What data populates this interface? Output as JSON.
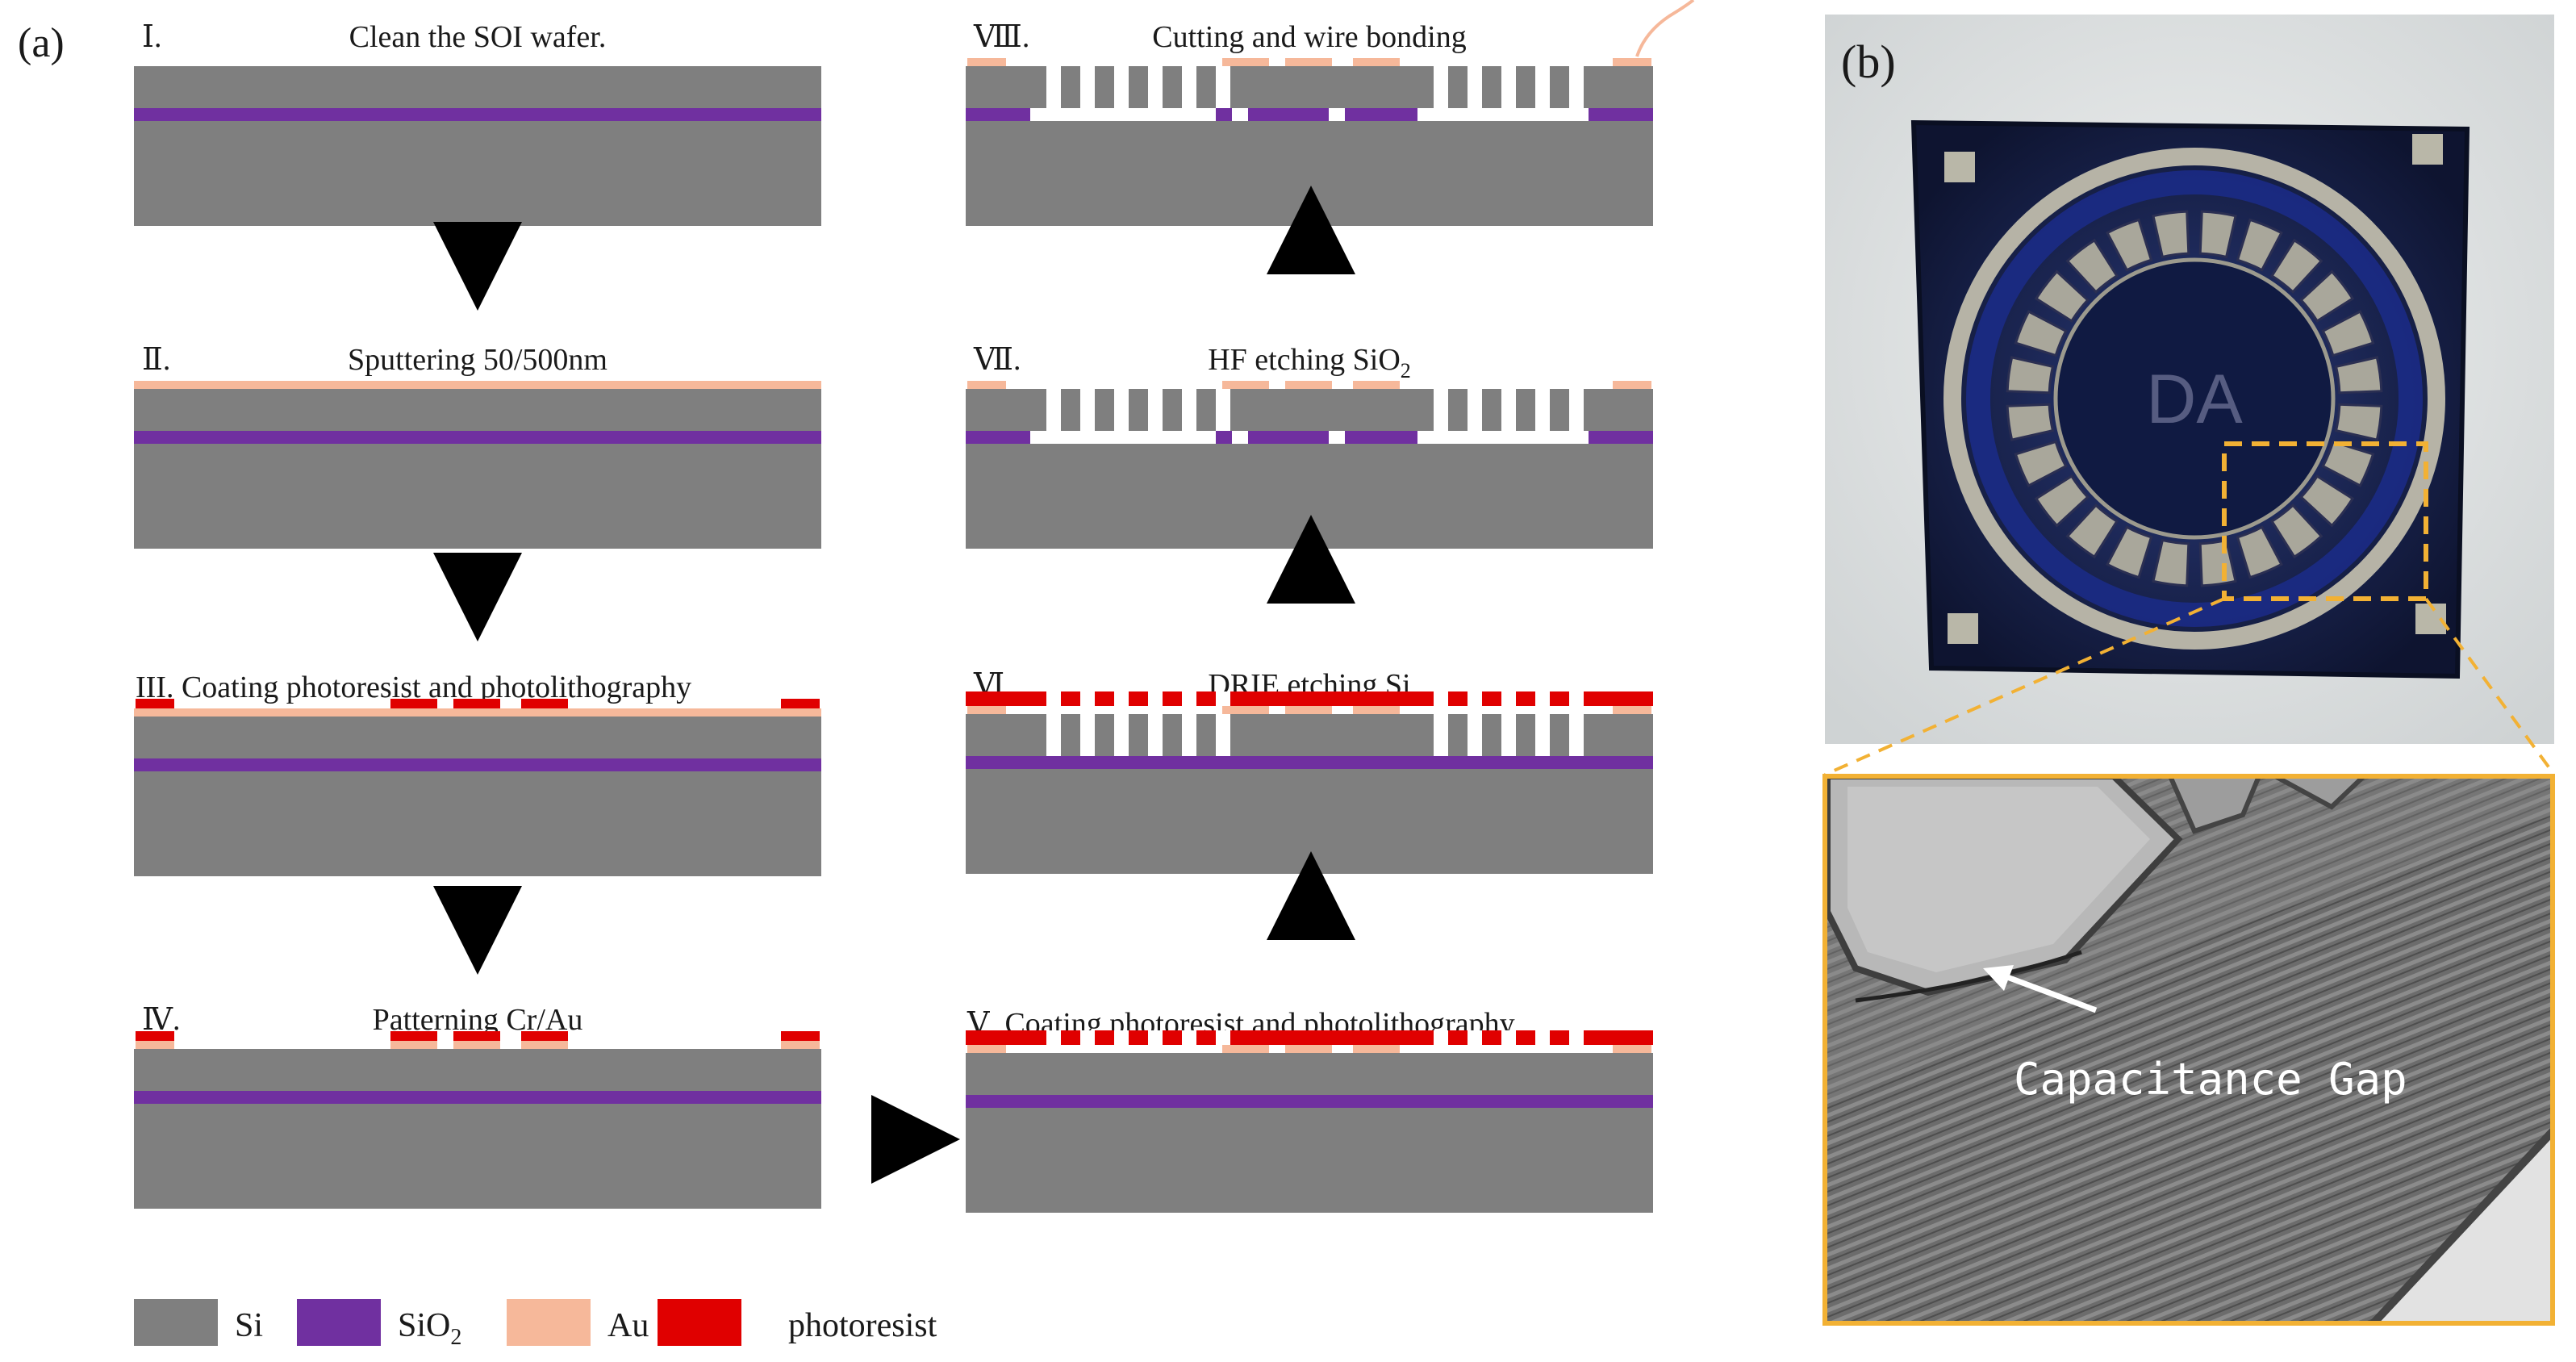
{
  "figure": {
    "panel_a_label": "(a)",
    "panel_b_label": "(b)",
    "colors": {
      "si": "#7f7f7f",
      "sio2": "#7030a0",
      "au": "#f6b89a",
      "photoresist": "#e00000",
      "callout": "#f2b134"
    },
    "steps": [
      {
        "numeral": "Ⅰ.",
        "title": "Clean the SOI wafer."
      },
      {
        "numeral": "Ⅱ.",
        "title": "Sputtering  50/500nm"
      },
      {
        "numeral": "",
        "title": "III. Coating photoresist and photolithography"
      },
      {
        "numeral": "Ⅳ.",
        "title": "Patterning Cr/Au"
      },
      {
        "numeral": "",
        "title": "Ⅴ. Coating photoresist and photolithography"
      },
      {
        "numeral": "Ⅵ.",
        "title": "DRIE etching Si"
      },
      {
        "numeral": "Ⅶ.",
        "title": "HF etching SiO",
        "title_sub": "2"
      },
      {
        "numeral": "Ⅷ.",
        "title": "Cutting and wire bonding"
      }
    ],
    "legend": [
      {
        "key": "si",
        "label": "Si"
      },
      {
        "key": "sio2",
        "label": "SiO",
        "sub": "2"
      },
      {
        "key": "au",
        "label": "Au"
      },
      {
        "key": "photoresist",
        "label": "photoresist"
      }
    ],
    "chip_marking": "DA",
    "sem_annotation": "Capacitance Gap"
  }
}
